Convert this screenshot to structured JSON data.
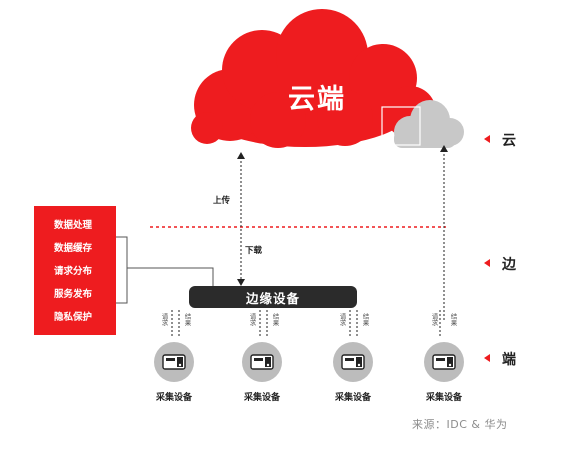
{
  "cloud": {
    "title": "云端"
  },
  "side_box": {
    "items": [
      "数据处理",
      "数据缓存",
      "请求分布",
      "服务发布",
      "隐私保护"
    ]
  },
  "arrows": {
    "upload_label": "上传",
    "download_label": "下载",
    "request_label": "请求",
    "result_label": "结果"
  },
  "edge_bar": {
    "label": "边缘设备"
  },
  "devices": [
    {
      "label": "采集设备"
    },
    {
      "label": "采集设备"
    },
    {
      "label": "采集设备"
    },
    {
      "label": "采集设备"
    }
  ],
  "tiers": {
    "cloud": "云",
    "edge": "边",
    "end": "端"
  },
  "source": "来源：IDC & 华为",
  "colors": {
    "accent_red": "#ee1c1f",
    "edge_bar": "#2b2b2b",
    "device_gray": "#bcbcbc",
    "small_cloud_gray": "#c8c8c8"
  }
}
